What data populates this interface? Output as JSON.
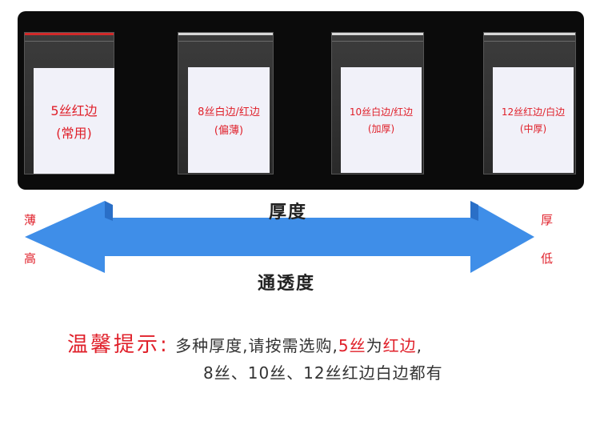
{
  "bags": [
    {
      "line1": "5丝红边",
      "line2": "(常用)",
      "seal_color": "#d22a2a"
    },
    {
      "line1": "8丝白边/红边",
      "line2": "(偏薄)",
      "seal_color": "#d9d9d9"
    },
    {
      "line1": "10丝白边/红边",
      "line2": "(加厚)",
      "seal_color": "#d9d9d9"
    },
    {
      "line1": "12丝红边/白边",
      "line2": "(中厚)",
      "seal_color": "#d9d9d9"
    }
  ],
  "scale": {
    "top_label": "厚度",
    "bottom_label": "通透度",
    "left_top": "薄",
    "left_bottom": "高",
    "right_top": "厚",
    "right_bottom": "低",
    "arrow_color": "#3f8ee8"
  },
  "tip": {
    "lead": "温馨提示:",
    "text1": "多种厚度,请按需选购,",
    "highlight1": "5丝",
    "text2": "为",
    "highlight2": "红边",
    "text3": ",",
    "line2": "8丝、10丝、12丝红边白边都有"
  }
}
